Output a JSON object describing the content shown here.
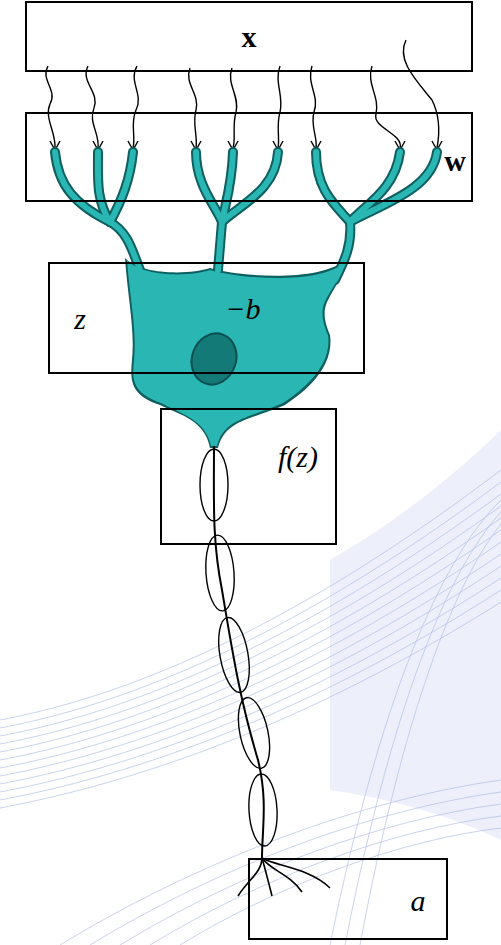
{
  "diagram": {
    "nodes": [
      {
        "text": [
          "x"
        ]
      },
      {
        "text": [
          "w"
        ]
      },
      {
        "text": [
          "z",
          "−b"
        ]
      },
      {
        "text": [
          "f(z)"
        ]
      },
      {
        "text": [
          "a"
        ]
      }
    ]
  }
}
